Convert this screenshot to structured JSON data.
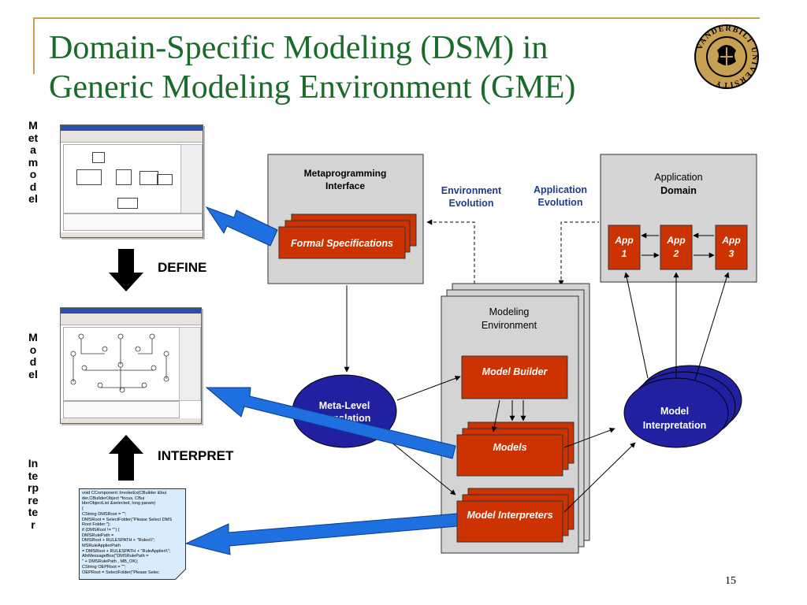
{
  "slide": {
    "title_line1": "Domain-Specific Modeling (DSM) in",
    "title_line2": "Generic Modeling Environment (GME)",
    "page_number": "15",
    "logo_text": "VANDERBILT UNIVERSITY",
    "colors": {
      "title": "#1a6b2a",
      "rule": "#c8a052",
      "red_box": "#cc3300",
      "ellipse": "#2020a0",
      "arrow_blue": "#1e6fe0",
      "panel_gray": "#d4d4d4"
    }
  },
  "side_labels": {
    "metamodel": "Metamodel",
    "model": "Model",
    "interpreter": "Interpreter"
  },
  "arrows": {
    "define": "DEFINE",
    "interpret": "INTERPRET"
  },
  "diagram": {
    "metaprogramming_title": "Metaprogramming Interface",
    "formal_specs": "Formal Specifications",
    "env_evolution": "Environment Evolution",
    "app_evolution": "Application Evolution",
    "app_domain": "Application Domain",
    "app1": "App 1",
    "app2": "App 2",
    "app3": "App 3",
    "modeling_env": "Modeling Environment",
    "model_builder": "Model Builder",
    "models": "Models",
    "model_interpreters": "Model Interpreters",
    "meta_level": "Meta-Level Translation",
    "model_interpretation": "Model Interpretation"
  },
  "code_card": [
    "void CComponent::InvokeEx(CBuilder &bui",
    "der,CBuilderObject *focus, CBui",
    "lderObjectList &selected, long param)",
    "{",
    "CString DMSRoot = \"\";",
    "DMSRoot = SelectFolder(\"Please Select DMS",
    "Root Folder:\");",
    "if (DMSRoot != \"\") {",
    "DMSRulePath =",
    "DMSRoot + RULESPATH + \"Rules\\\\\";",
    "MSRuleApplierPath",
    "= DMSRoot + RULESPATH + \"RuleApplier\\\\\";",
    "AfxMessageBox(\"DMSRulePath =",
    "\" + DMSRulePath , MB_OK);",
    "CString OEPRoot = \"\";",
    "OEPRoot = SelectFolder(\"Please Selec"
  ]
}
